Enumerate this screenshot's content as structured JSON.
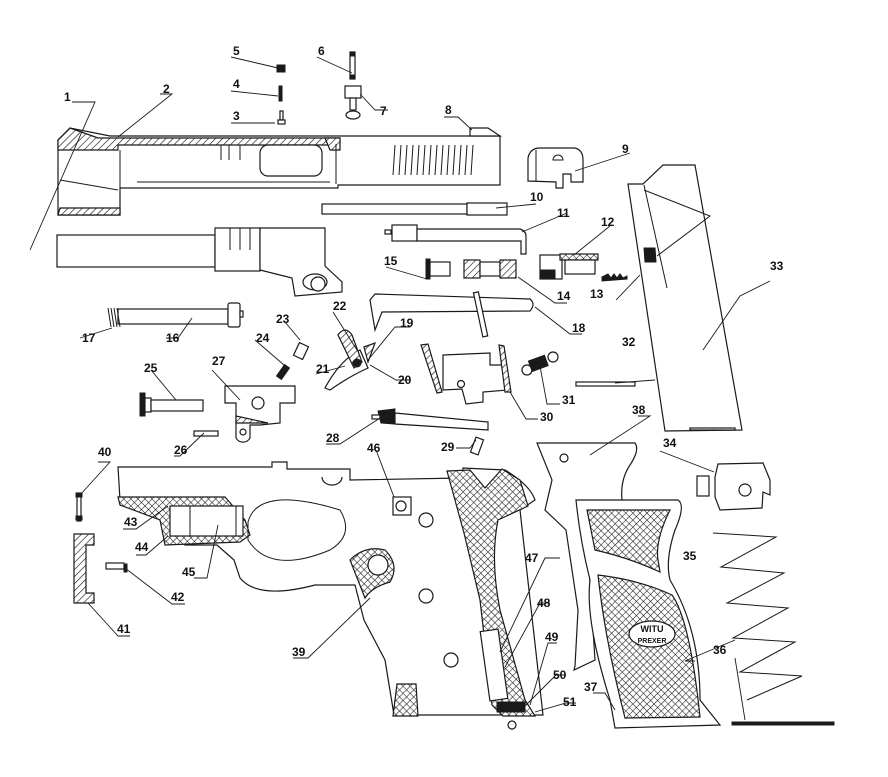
{
  "diagram": {
    "title": "",
    "subject": "exploded view pistol parts diagram",
    "grip_logo": {
      "line1": "WITU",
      "line2": "PREXER"
    },
    "callouts": [
      {
        "id": "1",
        "label": "1"
      },
      {
        "id": "2",
        "label": "2"
      },
      {
        "id": "3",
        "label": "3"
      },
      {
        "id": "4",
        "label": "4"
      },
      {
        "id": "5",
        "label": "5"
      },
      {
        "id": "6",
        "label": "6"
      },
      {
        "id": "7",
        "label": "7"
      },
      {
        "id": "8",
        "label": "8"
      },
      {
        "id": "9",
        "label": "9"
      },
      {
        "id": "10",
        "label": "10"
      },
      {
        "id": "11",
        "label": "11"
      },
      {
        "id": "12",
        "label": "12"
      },
      {
        "id": "13",
        "label": "13"
      },
      {
        "id": "14",
        "label": "14"
      },
      {
        "id": "15",
        "label": "15"
      },
      {
        "id": "16",
        "label": "16"
      },
      {
        "id": "17",
        "label": "17"
      },
      {
        "id": "18",
        "label": "18"
      },
      {
        "id": "19",
        "label": "19"
      },
      {
        "id": "20",
        "label": "20"
      },
      {
        "id": "21",
        "label": "21"
      },
      {
        "id": "22",
        "label": "22"
      },
      {
        "id": "23",
        "label": "23"
      },
      {
        "id": "24",
        "label": "24"
      },
      {
        "id": "25",
        "label": "25"
      },
      {
        "id": "26",
        "label": "26"
      },
      {
        "id": "27",
        "label": "27"
      },
      {
        "id": "28",
        "label": "28"
      },
      {
        "id": "29",
        "label": "29"
      },
      {
        "id": "30",
        "label": "30"
      },
      {
        "id": "31",
        "label": "31"
      },
      {
        "id": "32",
        "label": "32"
      },
      {
        "id": "33",
        "label": "33"
      },
      {
        "id": "34",
        "label": "34"
      },
      {
        "id": "35",
        "label": "35"
      },
      {
        "id": "36",
        "label": "36"
      },
      {
        "id": "37",
        "label": "37"
      },
      {
        "id": "38",
        "label": "38"
      },
      {
        "id": "39",
        "label": "39"
      },
      {
        "id": "40",
        "label": "40"
      },
      {
        "id": "41",
        "label": "41"
      },
      {
        "id": "42",
        "label": "42"
      },
      {
        "id": "43",
        "label": "43"
      },
      {
        "id": "44",
        "label": "44"
      },
      {
        "id": "45",
        "label": "45"
      },
      {
        "id": "46",
        "label": "46"
      },
      {
        "id": "47",
        "label": "47"
      },
      {
        "id": "48",
        "label": "48"
      },
      {
        "id": "49",
        "label": "49"
      },
      {
        "id": "50",
        "label": "50"
      },
      {
        "id": "51",
        "label": "51"
      }
    ]
  }
}
